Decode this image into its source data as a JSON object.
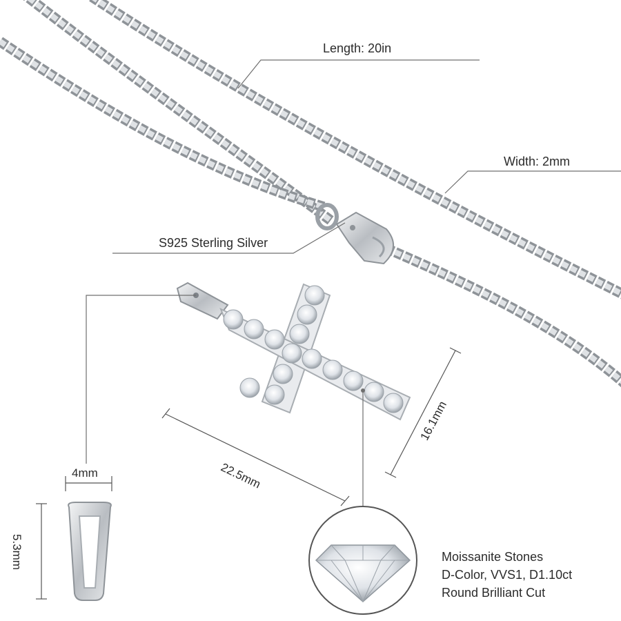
{
  "callouts": {
    "length": "Length:  20in",
    "width": "Width: 2mm",
    "material": "S925 Sterling Silver"
  },
  "dimensions": {
    "bail_width": "4mm",
    "bail_height": "5.3mm",
    "cross_width": "22.5mm",
    "cross_height": "16.1mm"
  },
  "stones": {
    "line1": "Moissanite Stones",
    "line2": "D-Color, VVS1, D1.10ct",
    "line3": "Round Brilliant Cut"
  },
  "colors": {
    "silver": "#c9ccd0",
    "silver_dark": "#8e9398",
    "line": "#6f6f6f",
    "background": "#ffffff"
  }
}
